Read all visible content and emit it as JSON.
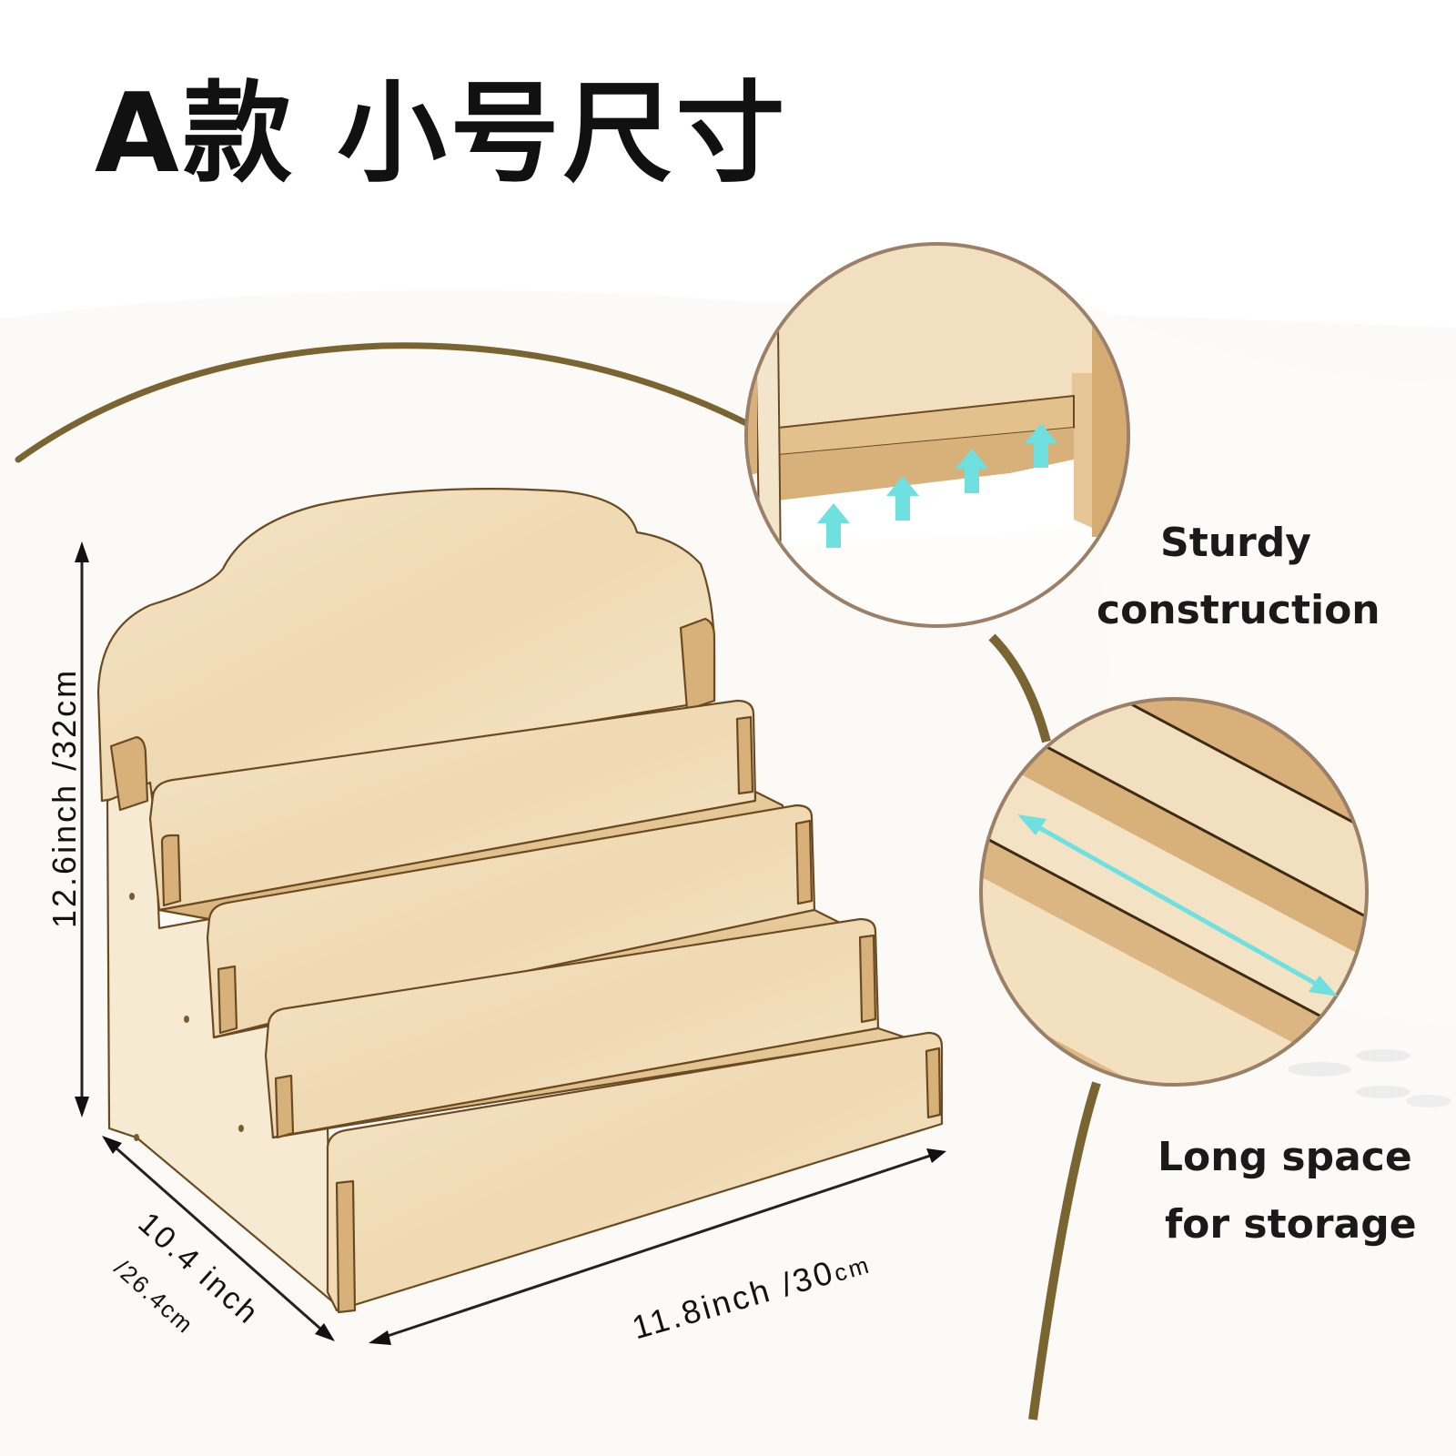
{
  "title": "A款 小号尺寸",
  "dimensions": {
    "height": {
      "value": "12.6inch",
      "separator": "/",
      "metric": "32cm",
      "label": "12.6inch /32cm"
    },
    "width": {
      "value": "11.8inch",
      "separator": "/",
      "metric": "30",
      "unit": "cm",
      "label": "11.8inch /30cm"
    },
    "depth": {
      "value": "10.4 inch",
      "metric": "/26.4cm"
    }
  },
  "features": [
    {
      "line1": "Sturdy",
      "line2": "construction",
      "arrow_count": 4,
      "arrow_direction": "up"
    },
    {
      "line1": "Long space",
      "line2": "for storage",
      "arrow_direction": "double-headed"
    }
  ],
  "product": {
    "name": "4-tier wooden display stand",
    "tiers": 4
  },
  "colors": {
    "wood_light": "#f3e3c4",
    "wood_mid": "#e9cfa3",
    "wood_dark": "#c8a06a",
    "edge": "#6b4a22",
    "accent_arc": "#7a6432",
    "callout_ring": "#9b7f66",
    "arrow": "#6fe0e0",
    "text": "#111111"
  }
}
